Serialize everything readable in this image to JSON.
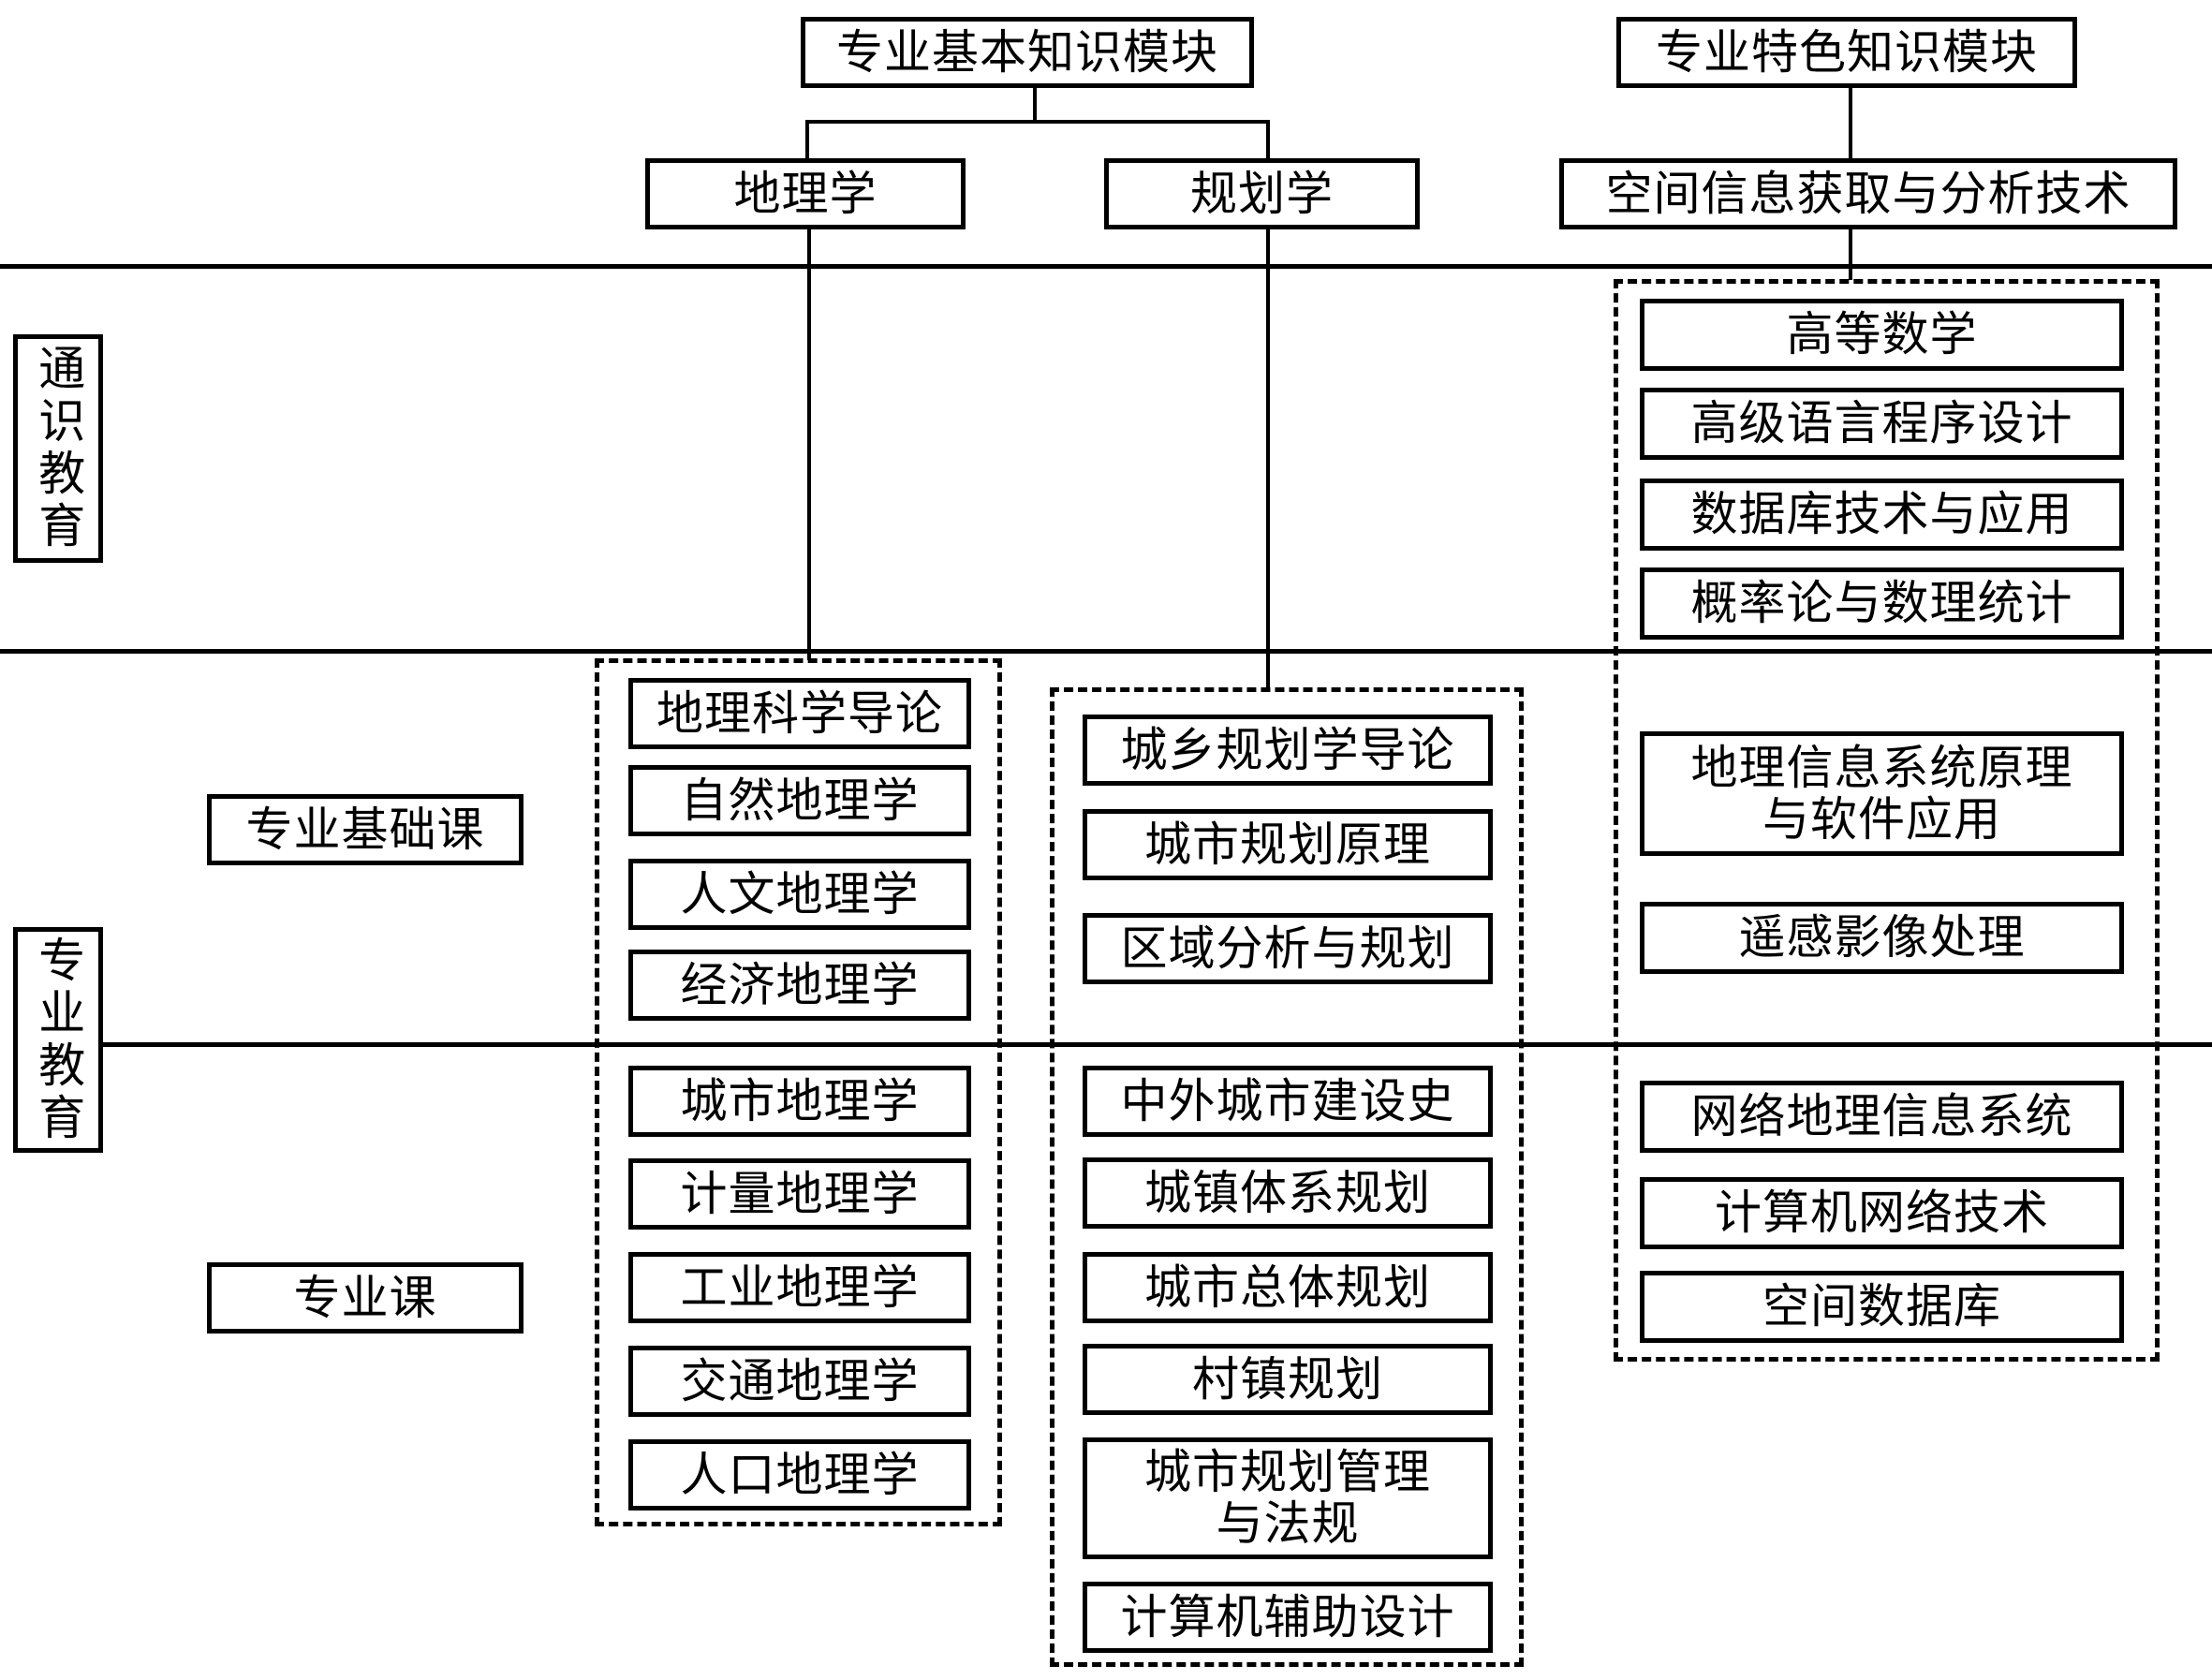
{
  "modules": {
    "basic": {
      "title": "专业基本知识模块",
      "branches": [
        "地理学",
        "规划学"
      ]
    },
    "featured": {
      "title": "专业特色知识模块",
      "branches": [
        "空间信息获取与分析技术"
      ]
    }
  },
  "education_levels": {
    "general": "通识教育",
    "professional": "专业教育"
  },
  "course_types": {
    "foundation": "专业基础课",
    "major": "专业课"
  },
  "geography_courses": {
    "foundation": [
      "地理科学导论",
      "自然地理学",
      "人文地理学",
      "经济地理学"
    ],
    "major": [
      "城市地理学",
      "计量地理学",
      "工业地理学",
      "交通地理学",
      "人口地理学"
    ]
  },
  "planning_courses": {
    "foundation": [
      "城乡规划学导论",
      "城市规划原理",
      "区域分析与规划"
    ],
    "major": [
      "中外城市建设史",
      "城镇体系规划",
      "城市总体规划",
      "村镇规划",
      "城市规划管理\n与法规",
      "计算机辅助设计"
    ]
  },
  "spatial_courses": {
    "general": [
      "高等数学",
      "高级语言程序设计",
      "数据库技术与应用",
      "概率论与数理统计"
    ],
    "foundation": [
      "地理信息系统原理\n与软件应用",
      "遥感影像处理"
    ],
    "major": [
      "网络地理信息系统",
      "计算机网络技术",
      "空间数据库"
    ]
  }
}
